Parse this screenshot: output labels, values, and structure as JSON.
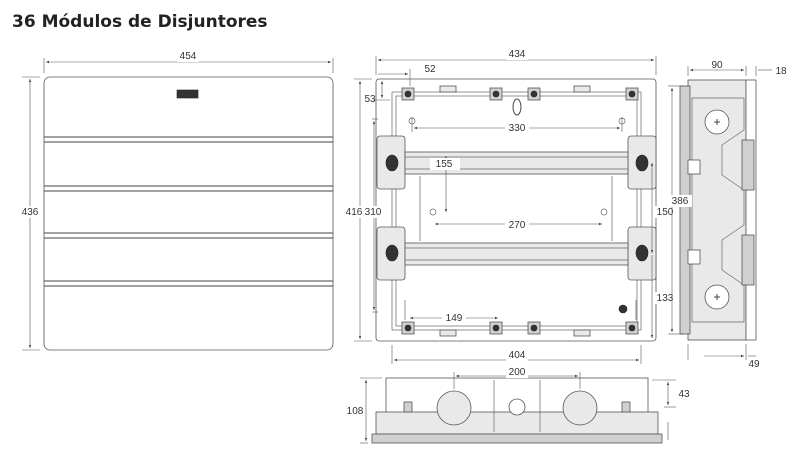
{
  "title": "36 Módulos de Disjuntores",
  "front_view": {
    "width": "454",
    "height": "436"
  },
  "back_view": {
    "overall_width": "434",
    "offset_x": "52",
    "offset_y": "53",
    "hole_spacing_top": "330",
    "din_rail_length": "155",
    "hole_spacing_middle": "270",
    "hole_spacing_bottom": "149",
    "overall_height": "416",
    "inner_height": "310",
    "rail_spacing": "150",
    "lower_offset": "133",
    "bottom_width": "404"
  },
  "side_view": {
    "depth": "90",
    "cover_depth": "18",
    "height": "386",
    "flange_depth": "49"
  },
  "bottom_view": {
    "knockout_spacing": "200",
    "height": "108",
    "lip_height": "43"
  }
}
